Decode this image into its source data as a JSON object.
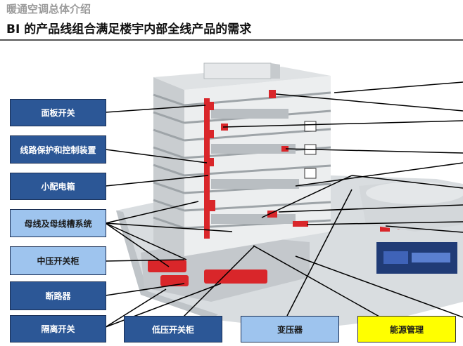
{
  "header": {
    "subtitle": "暖通空调总体介绍",
    "title": "BI 的产品线组合满足楼宇内部全线产品的需求"
  },
  "labels": {
    "panel_switch": "面板开关",
    "line_protection": "线路保护和控制装置",
    "small_distribution_box": "小配电箱",
    "busbar_system": "母线及母线槽系统",
    "mv_switchgear": "中压开关柜",
    "circuit_breaker": "断路器",
    "isolating_switch": "隔离开关",
    "lv_switchgear": "低压开关柜",
    "transformer": "变压器",
    "energy_management": "能源管理"
  },
  "colors": {
    "label_dark": "#2c5796",
    "label_light": "#9ec4ee",
    "label_highlight": "#ffff00",
    "equipment_red": "#d9262a"
  }
}
